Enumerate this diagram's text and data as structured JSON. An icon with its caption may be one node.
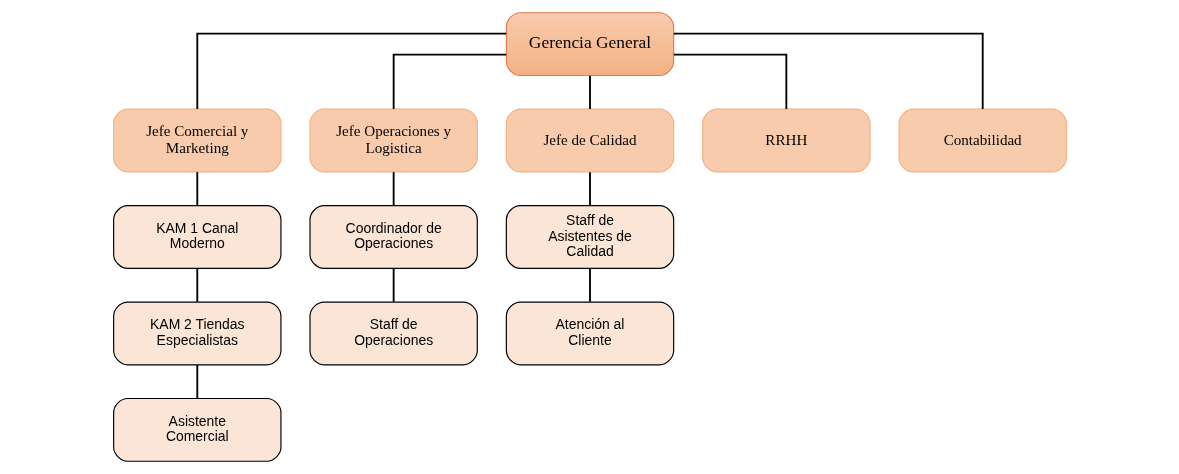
{
  "diagram": {
    "nodes": [
      {
        "text": [
          "Gerencia General"
        ]
      },
      {
        "text": [
          "Jefe Comercial y Marketing"
        ]
      },
      {
        "text": [
          "Jefe Operaciones y Logistica"
        ]
      },
      {
        "text": [
          "Jefe de Calidad"
        ]
      },
      {
        "text": [
          "RRHH"
        ]
      },
      {
        "text": [
          "Contabilidad"
        ]
      },
      {
        "text": [
          "KAM 1 Canal Moderno"
        ]
      },
      {
        "text": [
          "KAM 2 Tiendas Especialistas"
        ]
      },
      {
        "text": [
          "Asistente Comercial"
        ]
      },
      {
        "text": [
          "Coordinador de Operaciones"
        ]
      },
      {
        "text": [
          "Staff de Operaciones"
        ]
      },
      {
        "text": [
          "Staff de Asistentes de Calidad"
        ]
      },
      {
        "text": [
          "Atención al Cliente"
        ]
      }
    ],
    "edges": [
      {
        "from": 0,
        "to": 1,
        "arrow": "none"
      },
      {
        "from": 0,
        "to": 2,
        "arrow": "none"
      },
      {
        "from": 0,
        "to": 3,
        "arrow": "none"
      },
      {
        "from": 0,
        "to": 4,
        "arrow": "none"
      },
      {
        "from": 0,
        "to": 5,
        "arrow": "none"
      },
      {
        "from": 1,
        "to": 6,
        "arrow": "none"
      },
      {
        "from": 6,
        "to": 7,
        "arrow": "none"
      },
      {
        "from": 7,
        "to": 8,
        "arrow": "none"
      },
      {
        "from": 2,
        "to": 9,
        "arrow": "none"
      },
      {
        "from": 9,
        "to": 10,
        "arrow": "none"
      },
      {
        "from": 3,
        "to": 11,
        "arrow": "none"
      },
      {
        "from": 11,
        "to": 12,
        "arrow": "none"
      }
    ]
  }
}
